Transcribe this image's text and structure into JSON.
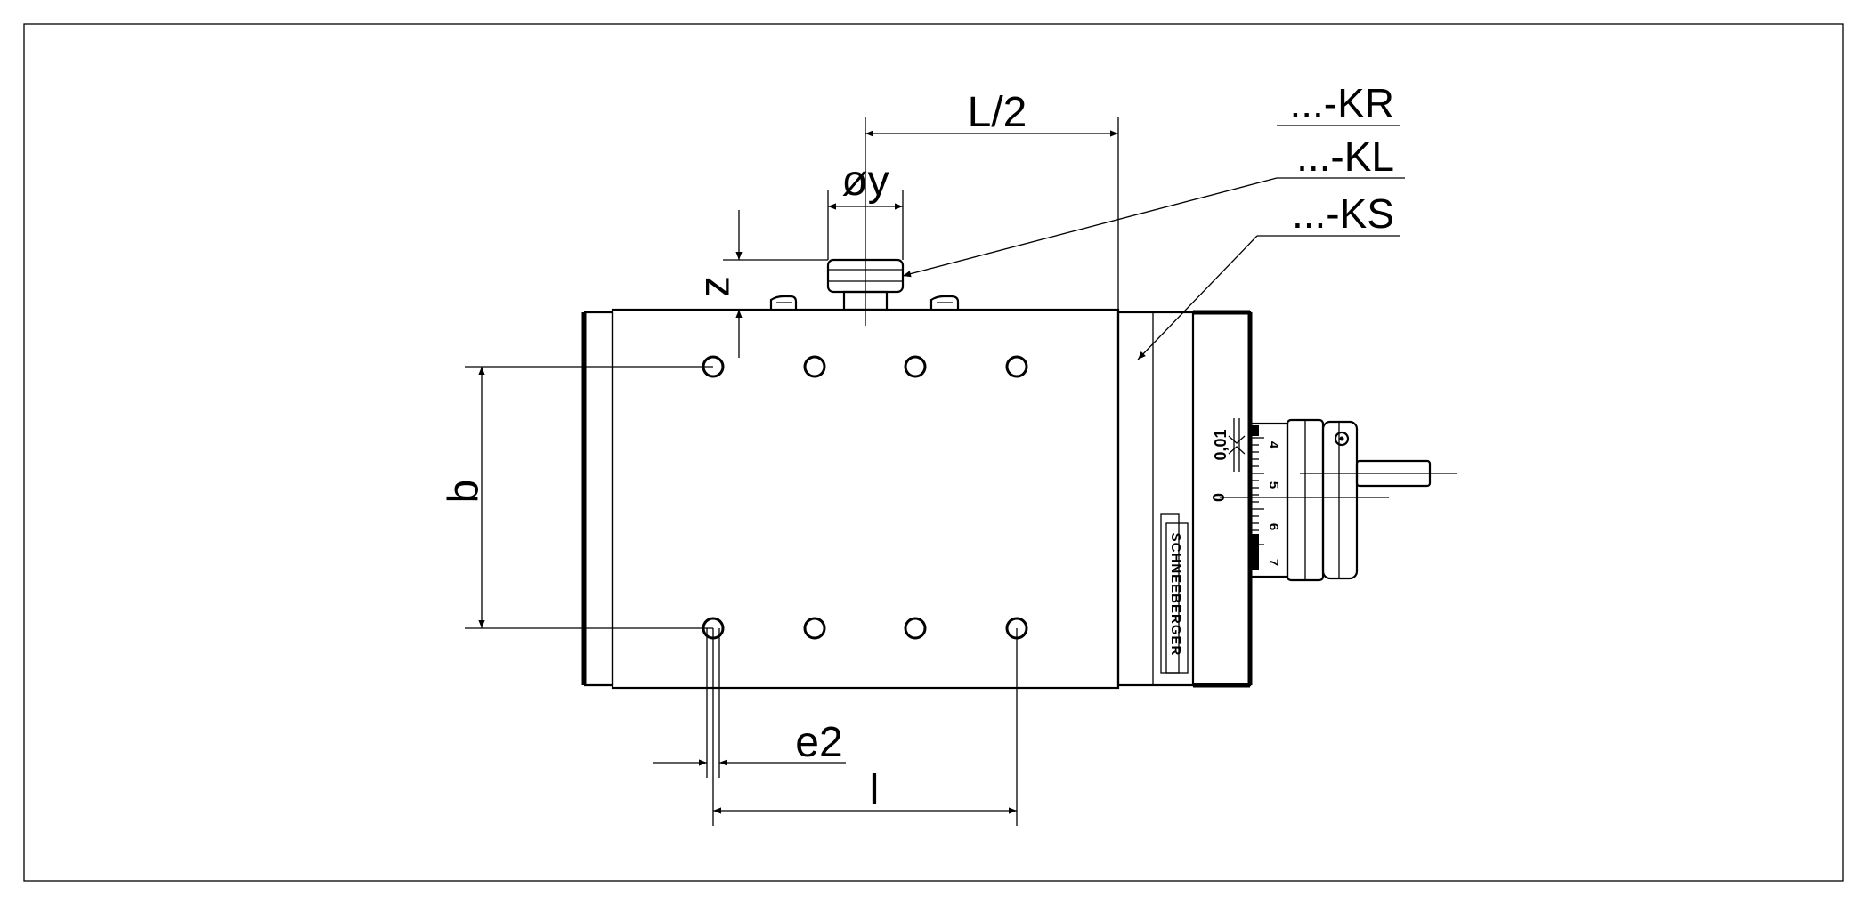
{
  "colors": {
    "stroke": "#000000",
    "background": "#ffffff"
  },
  "dimensions": {
    "half_length": "L/2",
    "diameter_y": "øy",
    "height_z": "z",
    "hole_spacing_b": "b",
    "edge_e2": "e2",
    "hole_length_l": "l"
  },
  "parts": {
    "kr": "...-KR",
    "kl": "...-KL",
    "ks": "...-KS"
  },
  "micrometer": {
    "zero": "0",
    "resolution": "0,01",
    "scale": [
      "4",
      "5",
      "6",
      "7"
    ]
  },
  "brand": "SCHNEEBERGER"
}
